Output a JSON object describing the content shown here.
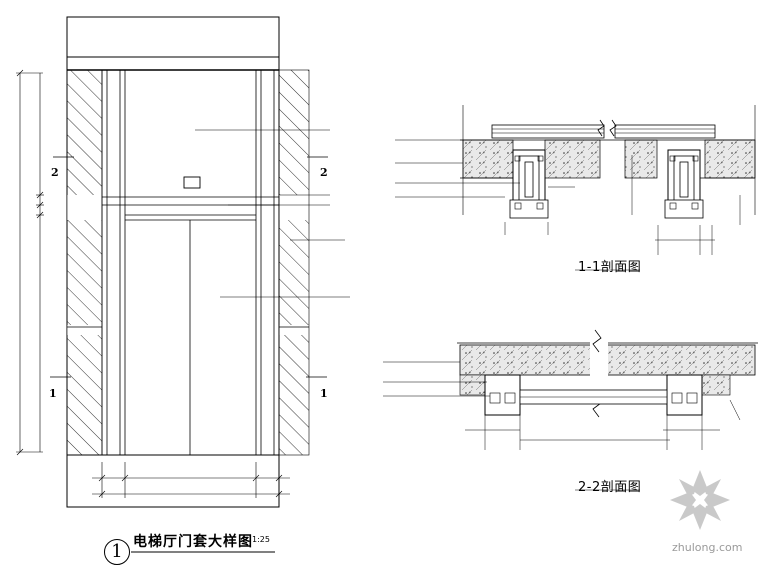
{
  "elevation": {
    "title": "电梯厅门套大样图",
    "scale": "1:25",
    "detail_number": "1",
    "section_marks": {
      "top_left": "2",
      "top_right": "2",
      "bottom_left": "1",
      "bottom_right": "1"
    }
  },
  "section_1_1": {
    "title": "1-1剖面图"
  },
  "section_2_2": {
    "title": "2-2剖面图"
  },
  "watermark": {
    "text": "zhulong.com"
  }
}
